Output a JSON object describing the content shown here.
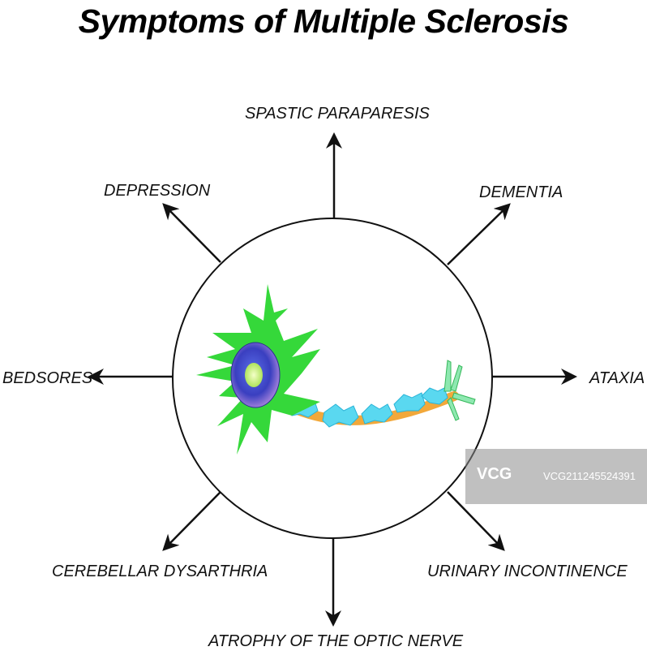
{
  "title": "Symptoms of Multiple Sclerosis",
  "symptoms": {
    "top": "SPASTIC PARAPARESIS",
    "top_left": "DEPRESSION",
    "top_right": "DEMENTIA",
    "left": "BEDSORES",
    "right": "ATAXIA",
    "bottom_left": "CEREBELLAR DYSARTHRIA",
    "bottom_right": "URINARY INCONTINENCE",
    "bottom": "ATROPHY OF THE OPTIC NERVE"
  },
  "watermark": {
    "logo": "VCG",
    "id": "VCG211245524391"
  },
  "colors": {
    "dendrites": "#35d83a",
    "nucleus": "#3c46c8",
    "nucleolus": "#c8f05a",
    "axon": "#f2a83a",
    "myelin": "#5ad8f0"
  }
}
